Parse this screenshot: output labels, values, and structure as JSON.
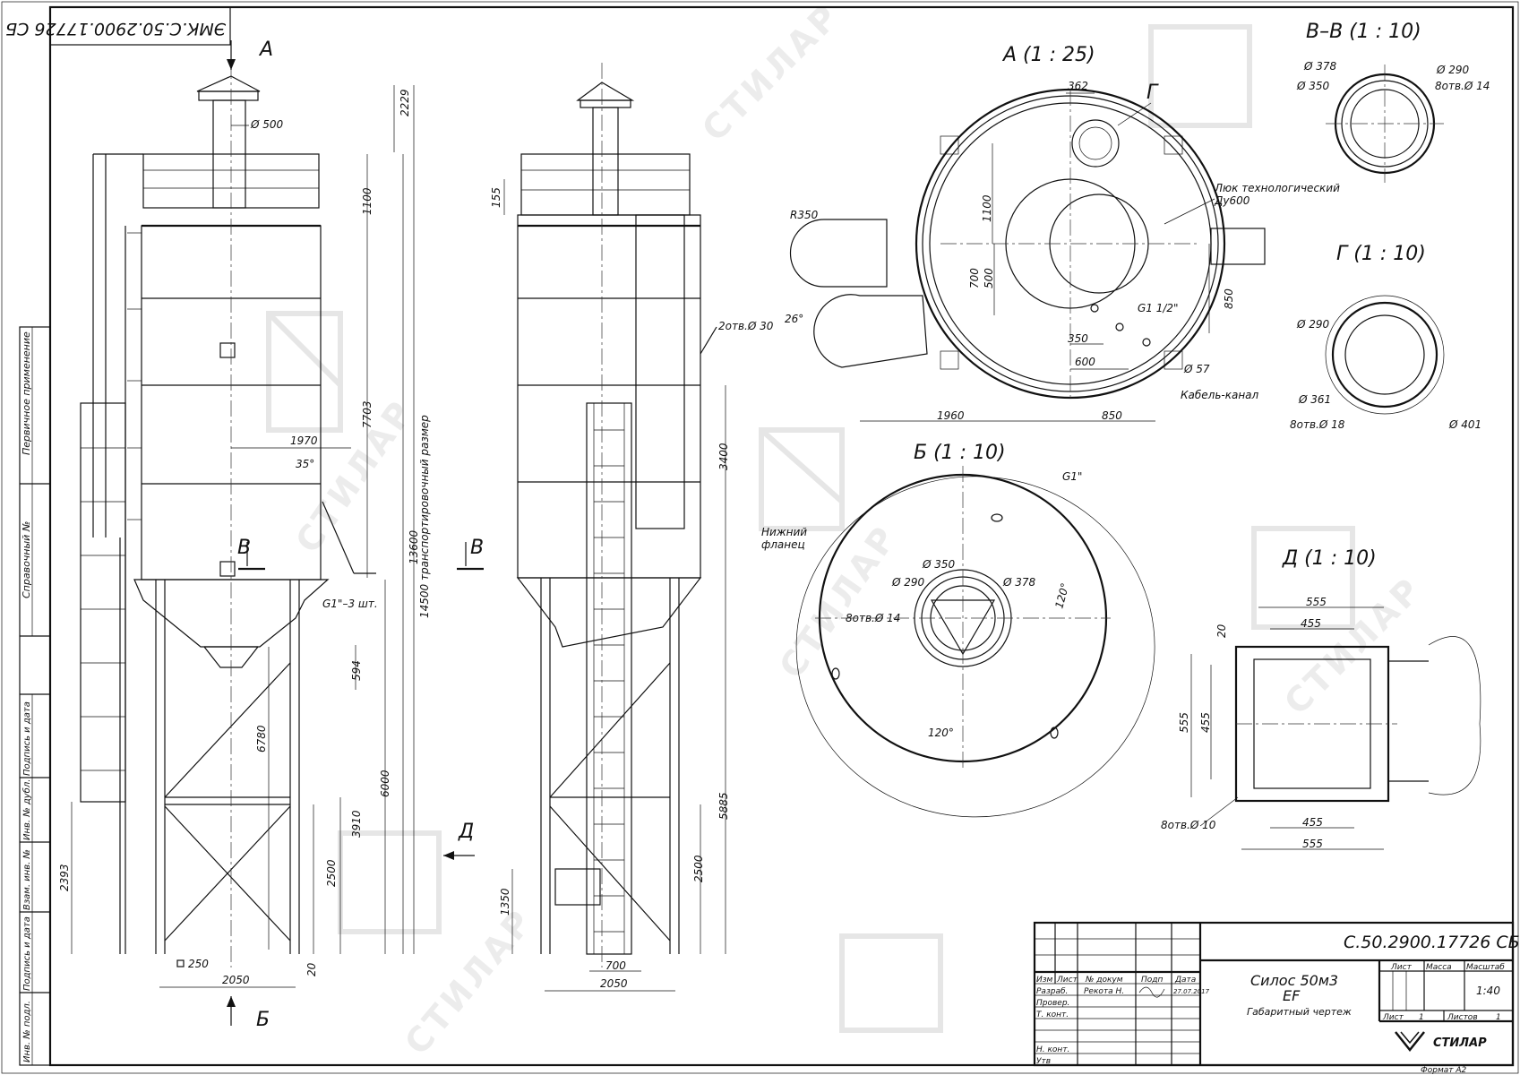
{
  "stamp": {
    "top_code": "ЭМК.С.50.2900.17726 СБ",
    "designation": "С.50.2900.17726 СБ",
    "product_name": "Силос 50м3",
    "product_variant": "EF",
    "doc_type": "Габаритный чертеж",
    "columns": {
      "change": "Изм",
      "sheet": "Лист",
      "doc_no": "№ докум",
      "sign": "Подп",
      "date": "Дата"
    },
    "rows": {
      "developed": "Разраб.",
      "checked": "Провер.",
      "tech_control": "Т. конт.",
      "norm_control": "Н. конт.",
      "approved": "Утв"
    },
    "developer_name": "Рекота Н.",
    "date_value": "27.07.2017",
    "sheet_label": "Лист",
    "mass_label": "Масса",
    "scale_label": "Масштаб",
    "scale_value": "1:40",
    "sheet_no_label": "Лист",
    "sheet_no": "1",
    "sheets_label": "Листов",
    "sheets_total": "1",
    "company": "СТИЛАР",
    "format": "Формат А2"
  },
  "side_strip": [
    "Первичное применение",
    "Справочный №",
    "Подпись и дата",
    "Инв. № дубл.",
    "Взам. инв. №",
    "Подпись и дата",
    "Инв. № подл."
  ],
  "watermark": "СТИЛАР",
  "front_view": {
    "view_arrow_a": "А",
    "view_arrow_b": "Б",
    "view_arrow_v": "В",
    "view_arrow_d": "Д",
    "d_500": "Ø 500",
    "d_2229": "2229",
    "d_1100": "1100",
    "d_7703": "7703",
    "d_1970": "1970",
    "d_35": "35°",
    "d_13600": "13600",
    "d_14500": "14500 транспортировочный размер",
    "d_g1": "G1\"–3 шт.",
    "d_594": "594",
    "d_6780": "6780",
    "d_6000": "6000",
    "d_3910": "3910",
    "d_2500": "2500",
    "d_2393": "2393",
    "d_250": "250",
    "d_20": "20",
    "d_2050": "2050"
  },
  "side_view": {
    "d_155": "155",
    "d_holes": "2отв.Ø 30",
    "d_3400": "3400",
    "d_5885": "5885",
    "d_2500": "2500",
    "d_1350": "1350",
    "d_700": "700",
    "d_2050": "2050"
  },
  "view_a": {
    "title": "А  (1 : 25)",
    "d_362": "362",
    "callout_g": "Г",
    "r_350": "R350",
    "d_1100": "1100",
    "hatch_label_1": "Люк технологический",
    "hatch_label_2": "Ду600",
    "d_700": "700",
    "d_500": "500",
    "d_26": "26°",
    "d_850v": "850",
    "d_g112": "G1 1/2\"",
    "d_350": "350",
    "d_600": "600",
    "d_57": "Ø 57",
    "cable": "Кабель-канал",
    "d_1960": "1960",
    "d_850h": "850"
  },
  "view_vv": {
    "title": "В–В  (1 : 10)",
    "d_378": "Ø 378",
    "d_350": "Ø 350",
    "d_290": "Ø 290",
    "holes": "8отв.Ø 14"
  },
  "view_g": {
    "title": "Г  (1 : 10)",
    "d_290": "Ø 290",
    "d_361": "Ø 361",
    "holes": "8отв.Ø 18",
    "d_401": "Ø 401"
  },
  "view_b": {
    "title": "Б  (1 : 10)",
    "g1": "G1\"",
    "flange_1": "Нижний",
    "flange_2": "фланец",
    "d_350": "Ø 350",
    "d_290": "Ø 290",
    "d_378": "Ø 378",
    "holes": "8отв.Ø 14",
    "a_120a": "120°",
    "a_120b": "120°"
  },
  "view_d": {
    "title": "Д  (1 : 10)",
    "d_555t": "555",
    "d_455t": "455",
    "d_20": "20",
    "d_555l": "555",
    "d_455l": "455",
    "holes": "8отв.Ø 10",
    "d_455b": "455",
    "d_555b": "555"
  }
}
